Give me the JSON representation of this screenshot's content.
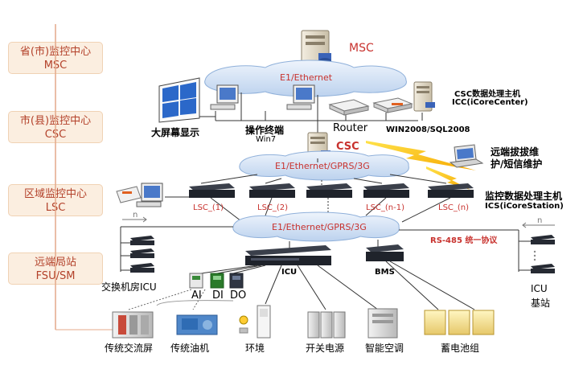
{
  "levels": [
    {
      "line1": "省(市)监控中心",
      "line2": "MSC"
    },
    {
      "line1": "市(县)监控中心",
      "line2": "CSC"
    },
    {
      "line1": "区域监控中心",
      "line2": "LSC"
    },
    {
      "line1": "远端局站",
      "line2": "FSU/SM"
    }
  ],
  "clouds": {
    "top": "E1/Ethernet",
    "mid": "E1/Ethernet/GPRS/3G",
    "low": "E1/Ethernet/GPRS/3G"
  },
  "labels": {
    "msc": "MSC",
    "csc_server_title": "CSC数据处理主机",
    "csc_server_sub": "ICC(iCoreCenter)",
    "big_screen": "大屏幕显示",
    "operator": "操作终端",
    "win7": "Win7",
    "router": "Router",
    "win_sql": "WIN2008/SQL2008",
    "csc": "CSC",
    "remote_dial_1": "远端拔拔维",
    "remote_dial_2": "护/短信维护",
    "monitor_host_title": "监控数据处理主机",
    "monitor_host_sub": "ICS(iCoreStation)",
    "lsc1": "LSC_(1)",
    "lsc2": "LSC_(2)",
    "lscn1": "LSC_(n-1)",
    "lscn": "LSC_(n)",
    "rs485": "RS-485 统一协议",
    "n_left": "n",
    "n_right": "n",
    "icu": "ICU",
    "bms": "BMS",
    "switch_room_icu": "交换机房ICU",
    "ai": "AI",
    "di": "DI",
    "do": "DO",
    "icu_station_1": "ICU",
    "icu_station_2": "基站"
  },
  "equipment": [
    "传统交流屏",
    "传统油机",
    "环境",
    "开关电源",
    "智能空调",
    "蓄电池组"
  ]
}
